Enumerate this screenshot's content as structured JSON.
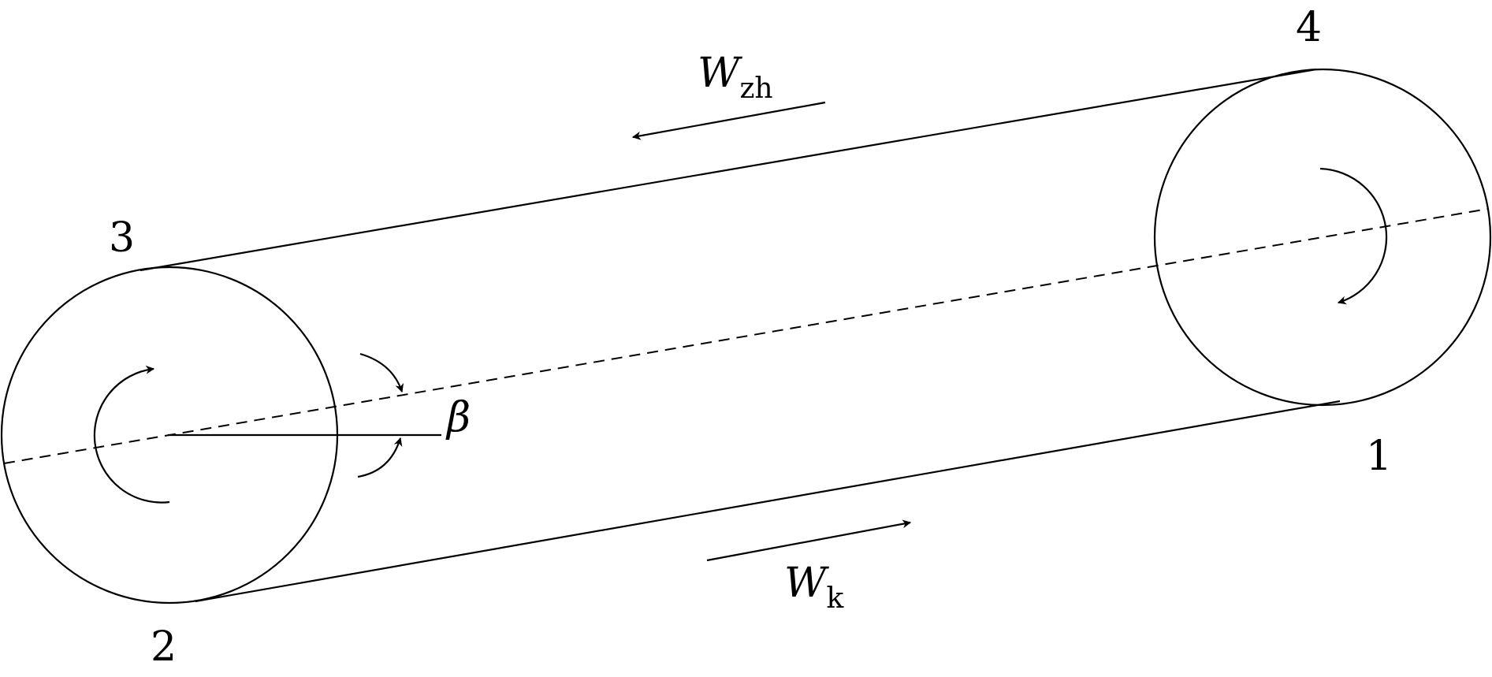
{
  "labels": {
    "point_1": "1",
    "point_2": "2",
    "point_3": "3",
    "point_4": "4",
    "angle": "β",
    "upper_force": {
      "symbol": "W",
      "subscript": "zh"
    },
    "lower_force": {
      "symbol": "W",
      "subscript": "k"
    }
  }
}
